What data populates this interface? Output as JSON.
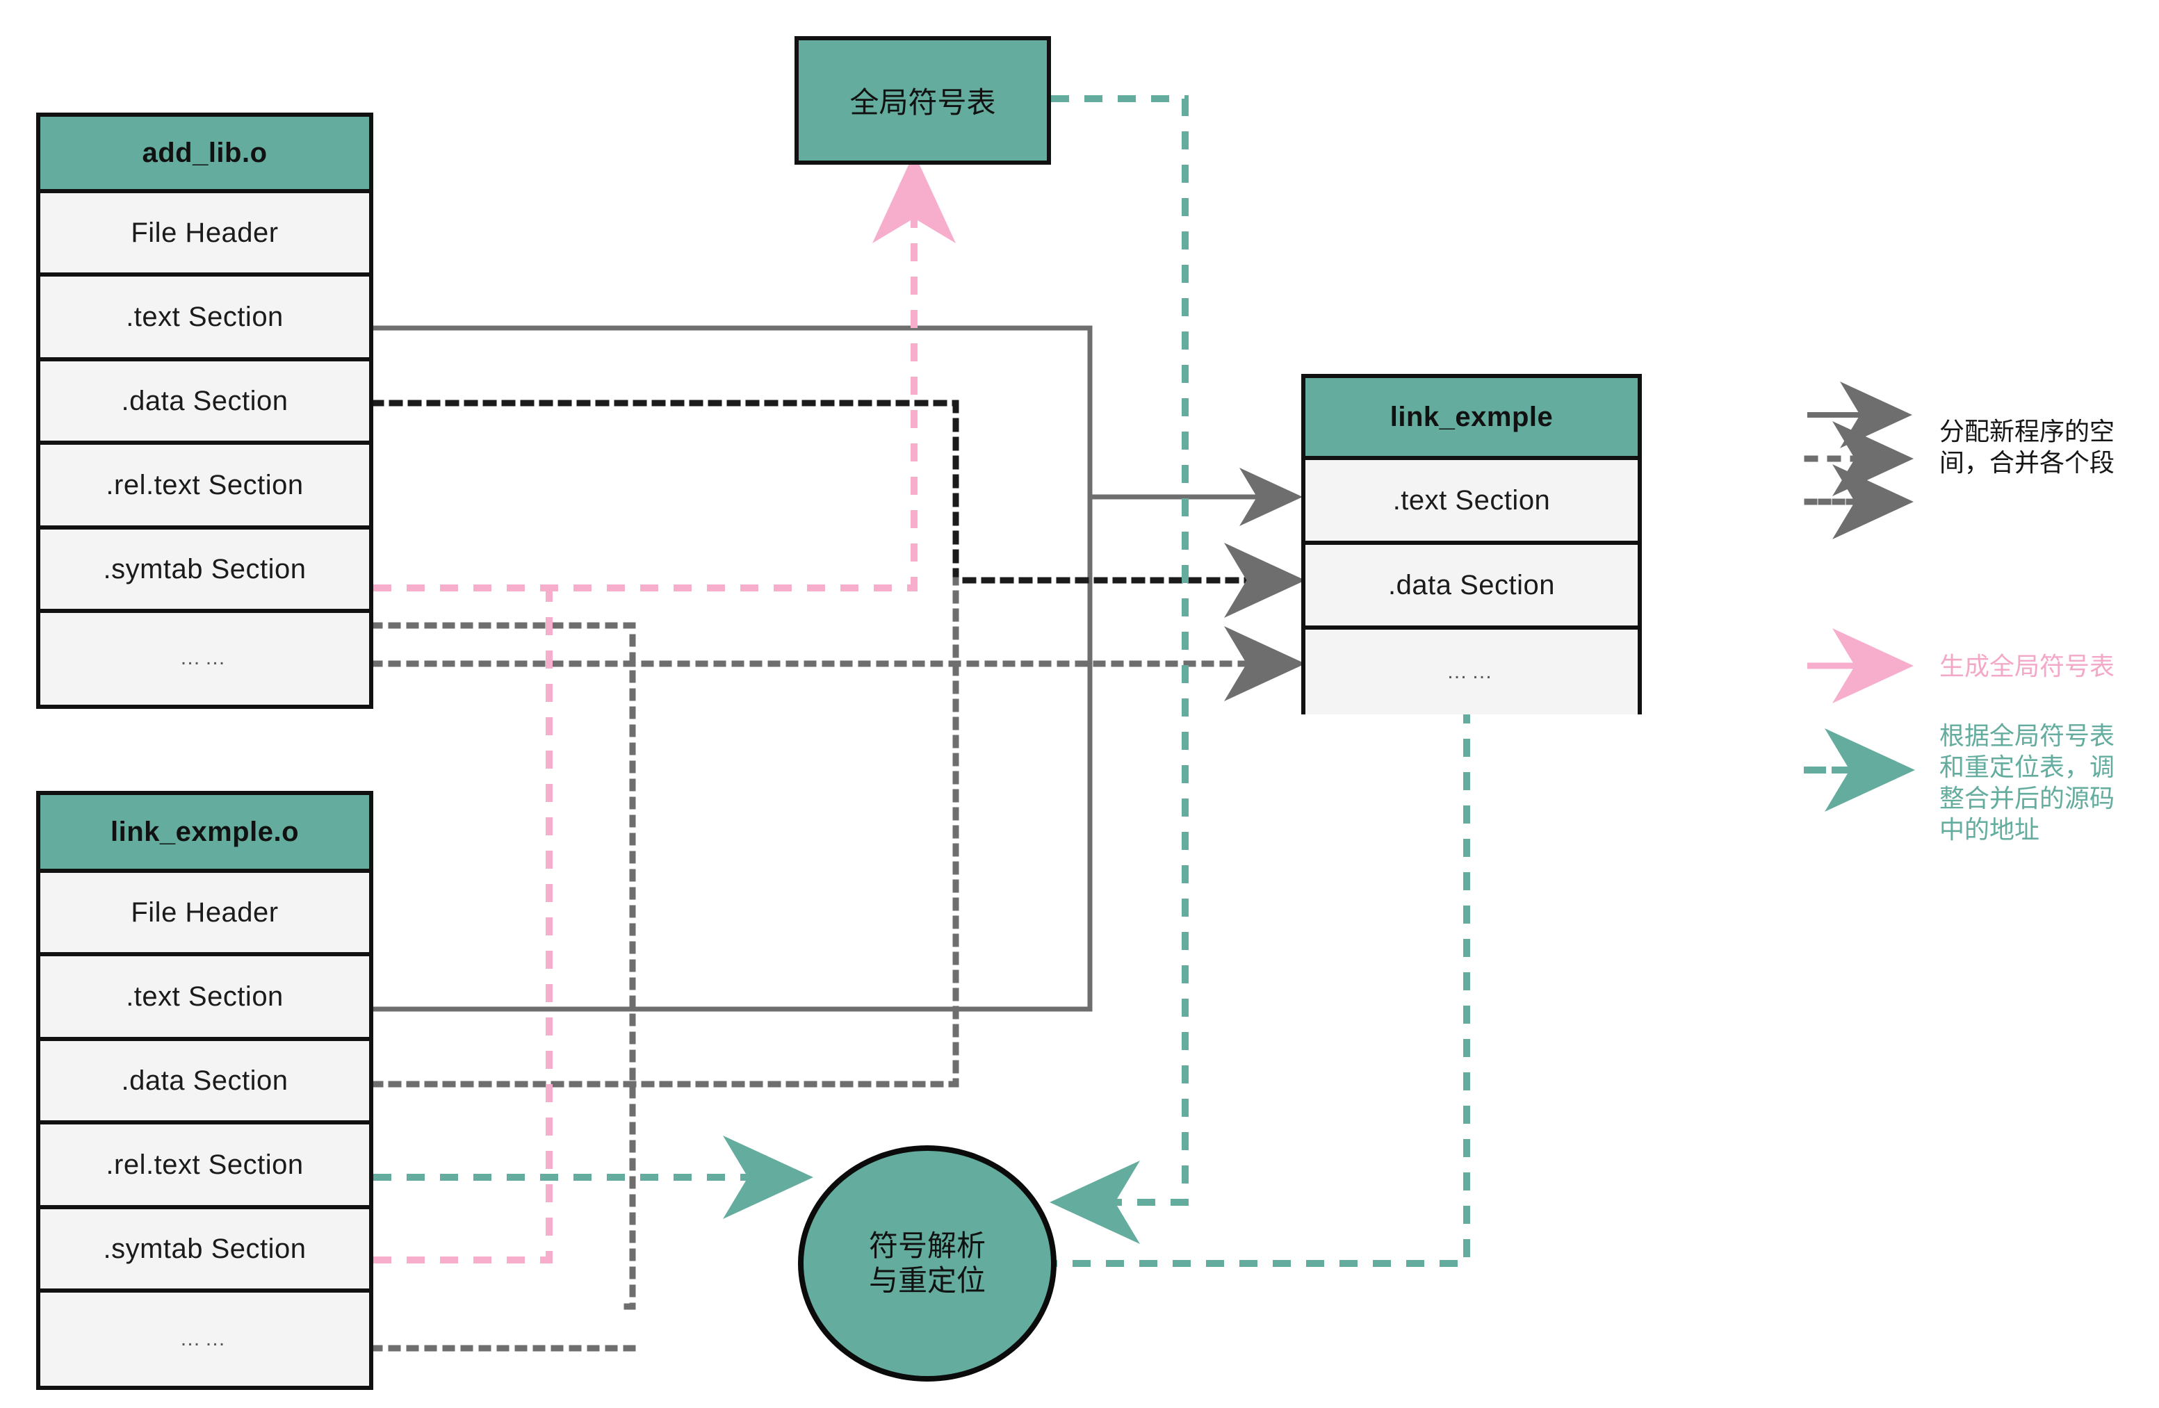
{
  "colors": {
    "teal": "#63ac9e",
    "pink": "#f7aecd",
    "gray": "#6e6e6e",
    "black": "#111111",
    "row_fill": "#f4f4f4"
  },
  "global_symbol_box": {
    "label": "全局符号表"
  },
  "resolve_ellipse": {
    "line1": "符号解析",
    "line2": "与重定位"
  },
  "tables": [
    {
      "id": "add_lib_o",
      "title": "add_lib.o",
      "rows": [
        {
          "label": "File Header",
          "style": "normal"
        },
        {
          "label": ".text Section",
          "style": "normal"
        },
        {
          "label": ".data Section",
          "style": "normal"
        },
        {
          "label": ".rel.text Section",
          "style": "normal"
        },
        {
          "label": ".symtab Section",
          "style": "normal"
        },
        {
          "label": "……",
          "style": "ellipsis"
        }
      ]
    },
    {
      "id": "link_exmple_o",
      "title": "link_exmple.o",
      "rows": [
        {
          "label": "File Header",
          "style": "normal"
        },
        {
          "label": ".text Section",
          "style": "normal"
        },
        {
          "label": ".data Section",
          "style": "normal"
        },
        {
          "label": ".rel.text Section",
          "style": "normal"
        },
        {
          "label": ".symtab Section",
          "style": "normal"
        },
        {
          "label": "……",
          "style": "ellipsis"
        }
      ]
    },
    {
      "id": "link_exmple_out",
      "title": "link_exmple",
      "rows": [
        {
          "label": ".text Section",
          "style": "normal"
        },
        {
          "label": ".data Section",
          "style": "normal"
        },
        {
          "label": "……",
          "style": "ellipsis"
        }
      ]
    }
  ],
  "legend": {
    "entries": [
      {
        "id": "merge",
        "color": "#6e6e6e",
        "strokes": [
          "solid",
          "dashed",
          "dotted"
        ],
        "text": "分配新程序的空\n间，合并各个段"
      },
      {
        "id": "build-global-symtab",
        "color": "#f7aecd",
        "strokes": [
          "solid"
        ],
        "text": "生成全局符号表"
      },
      {
        "id": "relocate",
        "color": "#63ac9e",
        "strokes": [
          "dashed"
        ],
        "text": "根据全局符号表\n和重定位表，调\n整合并后的源码\n中的地址"
      }
    ]
  }
}
